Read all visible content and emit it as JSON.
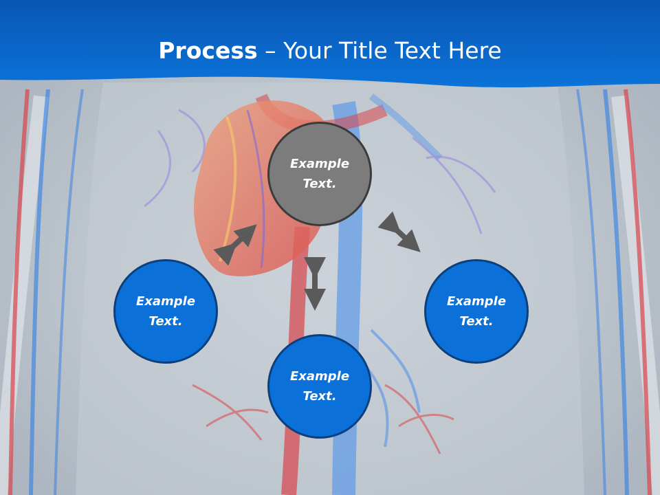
{
  "slide": {
    "title_bold": "Process",
    "title_rest": " – Your Title Text Here"
  },
  "diagram": {
    "nodes": [
      {
        "id": "top",
        "line1": "Example",
        "line2": "Text.",
        "color": "#7c7c7c"
      },
      {
        "id": "left",
        "line1": "Example",
        "line2": "Text.",
        "color": "#0b70d8"
      },
      {
        "id": "right",
        "line1": "Example",
        "line2": "Text.",
        "color": "#0b70d8"
      },
      {
        "id": "bottom",
        "line1": "Example",
        "line2": "Text.",
        "color": "#0b70d8"
      }
    ],
    "arrow_color": "#5a5a5a"
  },
  "colors": {
    "header_blue": "#0a6fd3",
    "background": "#b9c2cb",
    "artery_red": "#d8454b",
    "vein_blue": "#2f7ee6"
  }
}
